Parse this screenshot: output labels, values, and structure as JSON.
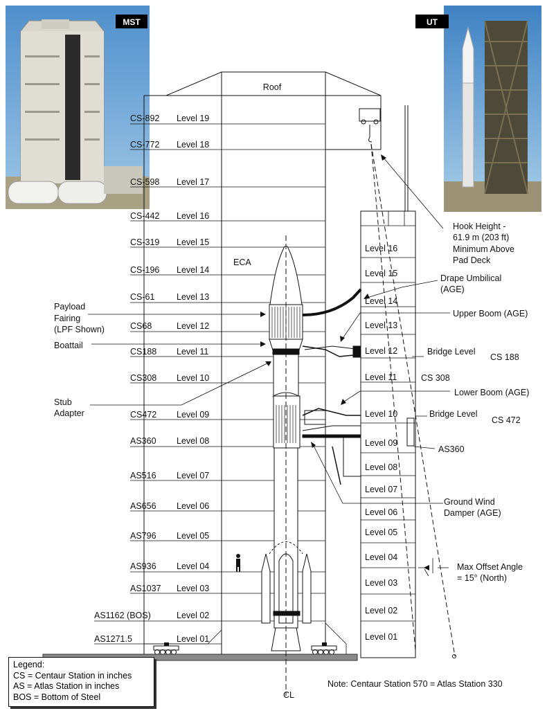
{
  "photos": {
    "mst_label": "MST",
    "ut_label": "UT"
  },
  "mst": {
    "roof": "Roof",
    "eca": "ECA",
    "stations": [
      "CS-892",
      "CS-772",
      "CS-598",
      "CS-442",
      "CS-319",
      "CS-196",
      "CS-61",
      "CS68",
      "CS188",
      "CS308",
      "CS472",
      "AS360",
      "AS516",
      "AS656",
      "AS796",
      "AS936",
      "AS1037",
      "AS1162 (BOS)",
      "AS1271.5"
    ],
    "levels": [
      "Level 19",
      "Level 18",
      "Level 17",
      "Level 16",
      "Level 15",
      "Level 14",
      "Level 13",
      "Level 12",
      "Level 11",
      "Level 10",
      "Level 09",
      "Level 08",
      "Level 07",
      "Level 06",
      "Level 05",
      "Level 04",
      "Level 03",
      "Level 02",
      "Level 01"
    ]
  },
  "ut": {
    "levels": [
      "Level 16",
      "Level 15",
      "Level 14",
      "Level 13",
      "Level 12",
      "Level 11",
      "Level 10",
      "Level 09",
      "Level 08",
      "Level 07",
      "Level 06",
      "Level 05",
      "Level 04",
      "Level 03",
      "Level 02",
      "Level 01"
    ]
  },
  "callouts": {
    "payload_fairing": [
      "Payload",
      "Fairing",
      "(LPF Shown)"
    ],
    "boattail": "Boattail",
    "stub_adapter": [
      "Stub",
      "Adapter"
    ],
    "hook_height": [
      "Hook Height -",
      "61.9 m (203 ft)",
      "Minimum Above",
      "Pad Deck"
    ],
    "drape_umbilical": [
      "Drape Umbilical",
      "(AGE)"
    ],
    "upper_boom": "Upper Boom (AGE)",
    "bridge_level_upper": "Bridge Level",
    "cs188_right": "CS 188",
    "cs308_right": "CS 308",
    "lower_boom": "Lower Boom (AGE)",
    "bridge_level_lower": "Bridge Level",
    "cs472_right": "CS 472",
    "as360_right": "AS360",
    "ground_wind_damper": [
      "Ground Wind",
      "Damper (AGE)"
    ],
    "max_offset": [
      "Max Offset Angle",
      "= 15° (North)"
    ],
    "centerline": "CL"
  },
  "note": "Note:  Centaur Station 570 = Atlas Station 330",
  "legend": {
    "title": "Legend:",
    "lines": [
      "CS = Centaur Station in inches",
      "AS = Atlas Station in inches",
      "BOS = Bottom of Steel"
    ]
  }
}
